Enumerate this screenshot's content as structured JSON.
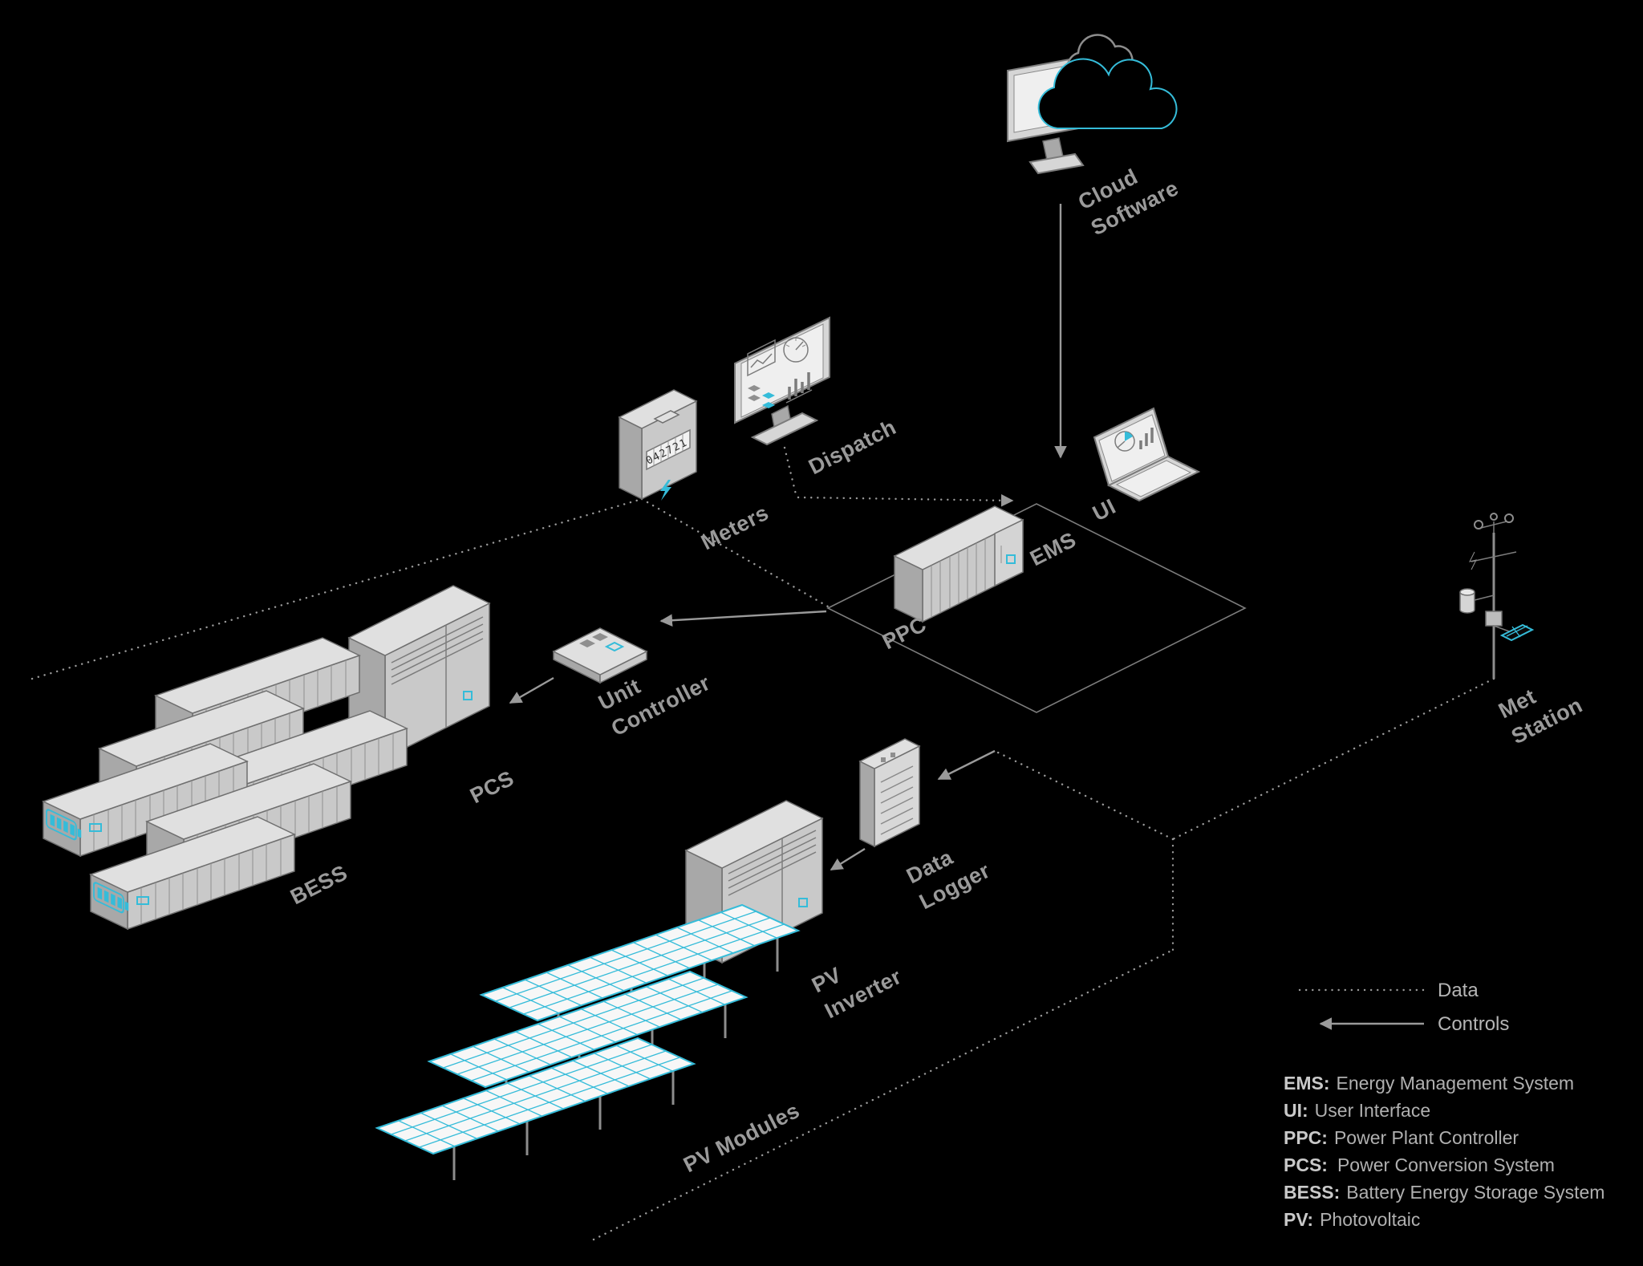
{
  "colors": {
    "background": "#000000",
    "line": "#9a9a9a",
    "accent": "#35bcd9"
  },
  "nodes": {
    "cloud_software": {
      "label_line1": "Cloud",
      "label_line2": "Software"
    },
    "dispatch": {
      "label": "Dispatch"
    },
    "meters": {
      "label": "Meters",
      "reading": "042721"
    },
    "ui": {
      "label": "UI"
    },
    "ems": {
      "label": "EMS"
    },
    "ppc": {
      "label": "PPC"
    },
    "unit_controller": {
      "label_line1": "Unit",
      "label_line2": "Controller"
    },
    "pcs": {
      "label": "PCS"
    },
    "bess": {
      "label": "BESS"
    },
    "data_logger": {
      "label_line1": "Data",
      "label_line2": "Logger"
    },
    "pv_inverter": {
      "label_line1": "PV",
      "label_line2": "Inverter"
    },
    "pv_modules": {
      "label": "PV Modules"
    },
    "met_station": {
      "label_line1": "Met",
      "label_line2": "Station"
    }
  },
  "legend": {
    "data_label": "Data",
    "controls_label": "Controls"
  },
  "abbreviations": [
    {
      "abbr": "EMS:",
      "full": "Energy Management System"
    },
    {
      "abbr": "UI:",
      "full": "User Interface"
    },
    {
      "abbr": "PPC:",
      "full": "Power Plant Controller"
    },
    {
      "abbr": "PCS:",
      "full": "Power Conversion System"
    },
    {
      "abbr": "BESS:",
      "full": "Battery Energy Storage System"
    },
    {
      "abbr": "PV:",
      "full": "Photovoltaic"
    }
  ]
}
